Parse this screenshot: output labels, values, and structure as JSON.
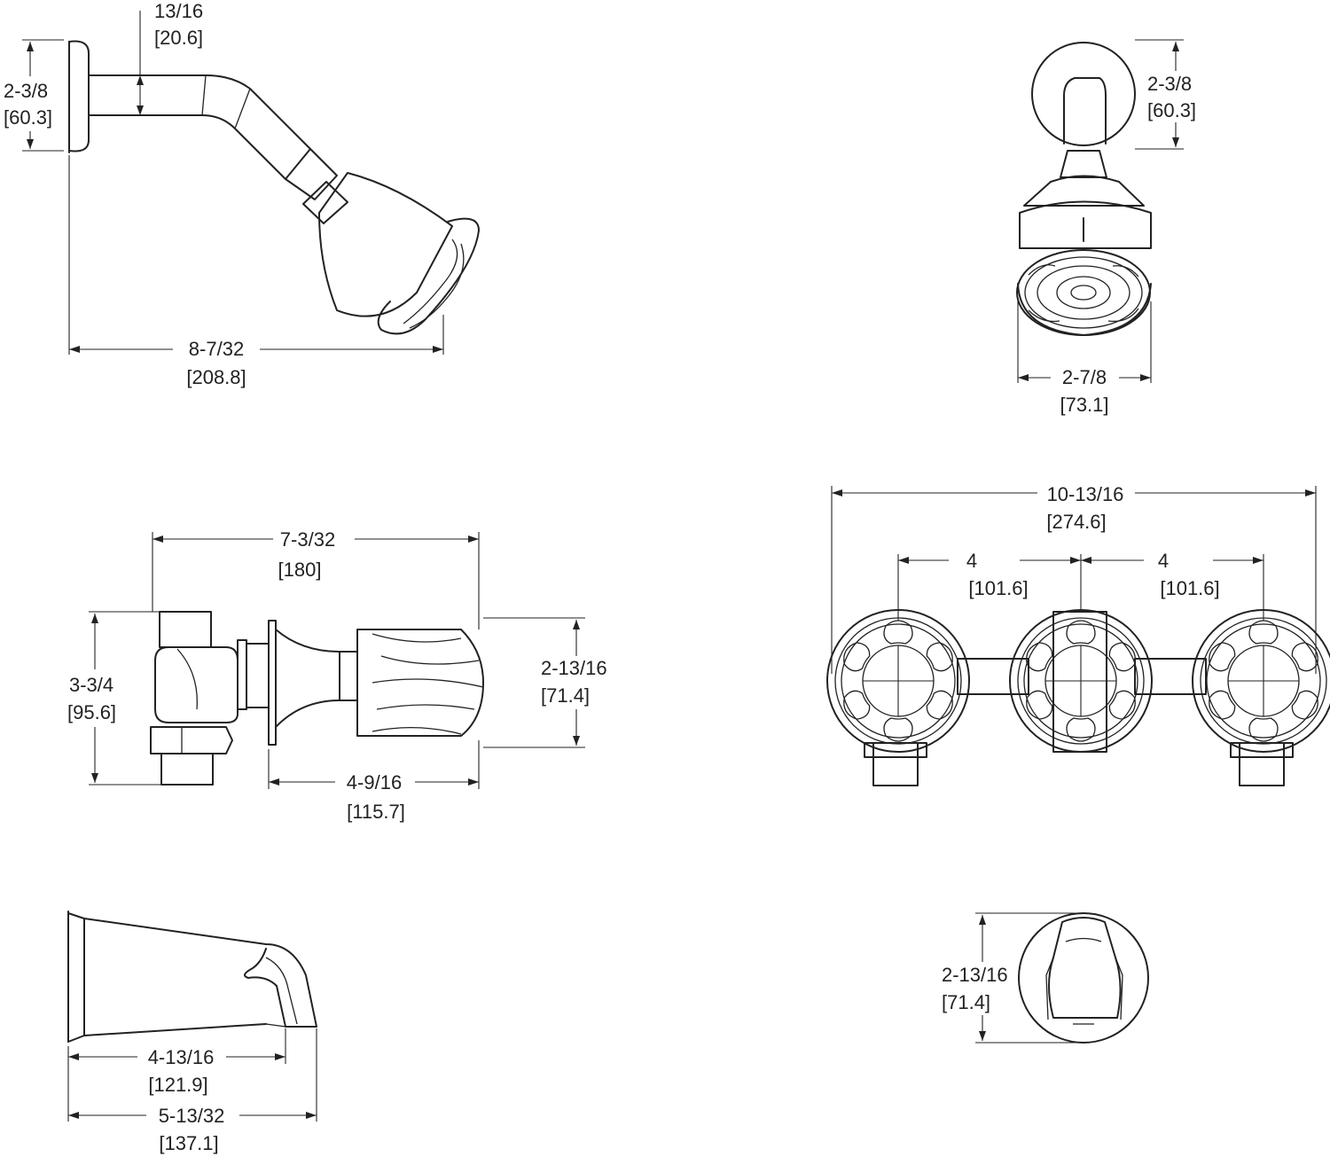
{
  "dimensions": {
    "showerhead_side": {
      "neck": {
        "imperial": "13/16",
        "metric": "[20.6]"
      },
      "flange": {
        "imperial": "2-3/8",
        "metric": "[60.3]"
      },
      "reach": {
        "imperial": "8-7/32",
        "metric": "[208.8]"
      }
    },
    "showerhead_front": {
      "flange": {
        "imperial": "2-3/8",
        "metric": "[60.3]"
      },
      "face": {
        "imperial": "2-7/8",
        "metric": "[73.1]"
      }
    },
    "valve_side": {
      "overall": {
        "imperial": "7-3/32",
        "metric": "[180]"
      },
      "height": {
        "imperial": "3-3/4",
        "metric": "[95.6]"
      },
      "handle_height": {
        "imperial": "2-13/16",
        "metric": "[71.4]"
      },
      "handle_depth": {
        "imperial": "4-9/16",
        "metric": "[115.7]"
      }
    },
    "valve_front": {
      "overall": {
        "imperial": "10-13/16",
        "metric": "[274.6]"
      },
      "left_spacing": {
        "imperial": "4",
        "metric": "[101.6]"
      },
      "right_spacing": {
        "imperial": "4",
        "metric": "[101.6]"
      }
    },
    "spout_side": {
      "outlet": {
        "imperial": "4-13/16",
        "metric": "[121.9]"
      },
      "overall": {
        "imperial": "5-13/32",
        "metric": "[137.1]"
      }
    },
    "spout_front": {
      "height": {
        "imperial": "2-13/16",
        "metric": "[71.4]"
      }
    }
  }
}
